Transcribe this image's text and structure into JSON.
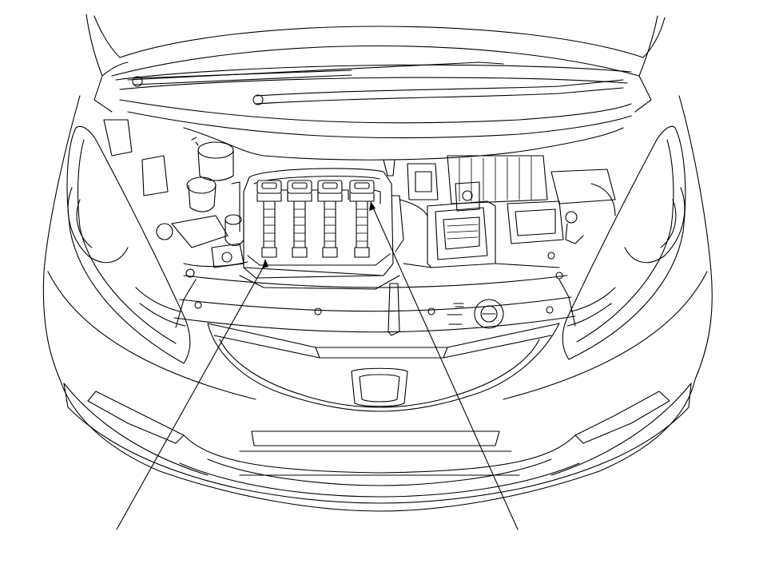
{
  "diagram": {
    "subject": "engine-compartment-front-view",
    "colors": {
      "line": "#000000",
      "background": "#ffffff"
    },
    "callouts": [
      {
        "name": "callout-left",
        "points_to": "ignition-coil-1"
      },
      {
        "name": "callout-right",
        "points_to": "ignition-coil-4"
      }
    ],
    "ignition_coil_count": 4
  }
}
